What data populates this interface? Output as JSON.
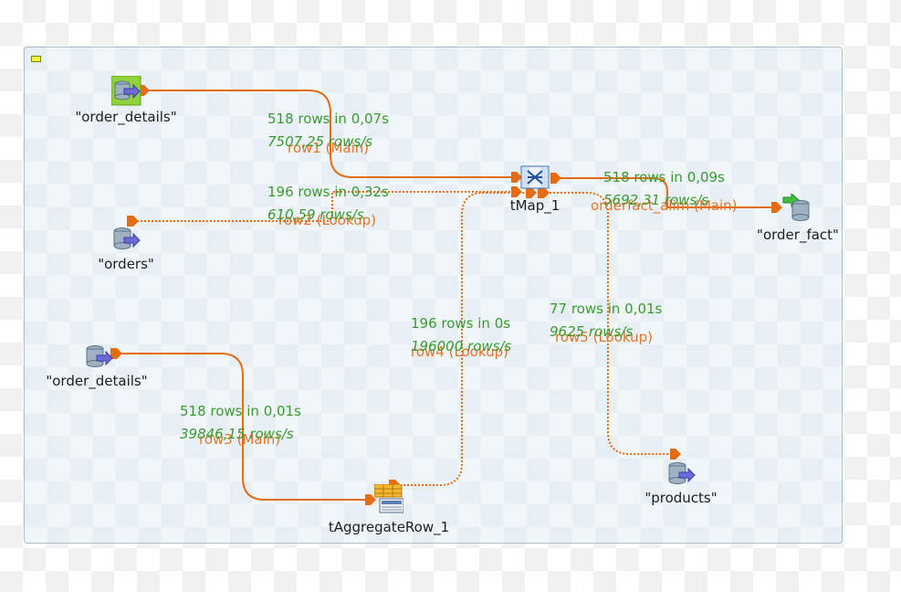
{
  "components": {
    "order_details_1": "\"order_details\"",
    "orders": "\"orders\"",
    "order_details_2": "\"order_details\"",
    "tmap": "tMap_1",
    "order_fact": "\"order_fact\"",
    "taggregate": "tAggregateRow_1",
    "products": "\"products\""
  },
  "links": {
    "row1": {
      "name": "row1 (Main)",
      "rows": "518 rows in 0,07s",
      "rate": "7507,25 rows/s"
    },
    "row2": {
      "name": "row2 (Lookup)",
      "rows": "196 rows in 0,32s",
      "rate": "610,59 rows/s"
    },
    "row3": {
      "name": "row3 (Main)",
      "rows": "518 rows in 0,01s",
      "rate": "39846,15 rows/s"
    },
    "row4": {
      "name": "row4 (Lookup)",
      "rows": "196 rows in 0s",
      "rate": "196000 rows/s"
    },
    "row5": {
      "name": "row5 (Lookup)",
      "rows": "77 rows in 0,01s",
      "rate": "9625 rows/s"
    },
    "orderfact": {
      "name": "orderfact_alim (Main)",
      "rows": "518 rows in 0,09s",
      "rate": "5692,31 rows/s"
    }
  },
  "colors": {
    "link": "#e26d14",
    "stats": "#3a9a31",
    "label": "#e2752a",
    "db": "#8ea4b8",
    "arrow": "#6b6bd6"
  },
  "icons": {
    "db_input": "database-input-icon",
    "db_output": "database-output-icon",
    "map": "tmap-icon",
    "aggregate": "aggregate-icon"
  }
}
